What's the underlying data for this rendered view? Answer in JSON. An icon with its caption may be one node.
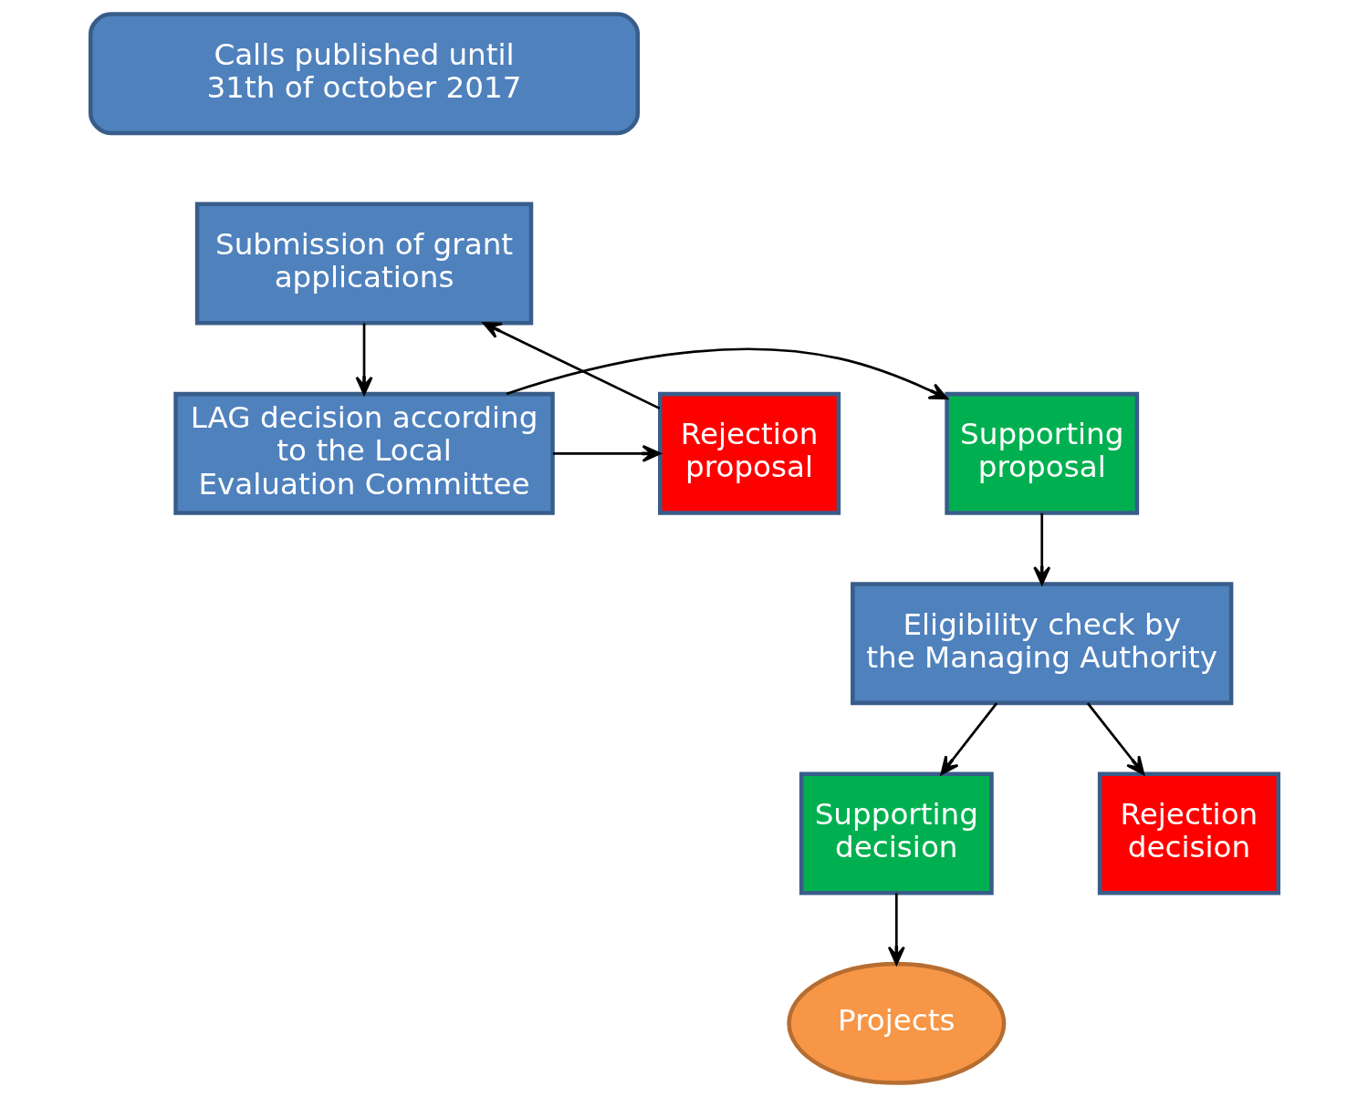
{
  "diagram": {
    "nodes": [
      {
        "text": [
          "Calls published until 31th of october 2017"
        ]
      },
      {
        "text": [
          "Submission of grant applications"
        ]
      },
      {
        "text": [
          "LAG decision according to the Local Evaluation Committee"
        ]
      },
      {
        "text": [
          "Supporting proposal"
        ]
      },
      {
        "text": [
          "Rejection proposal"
        ]
      },
      {
        "text": [
          "Eligibility check by the Managing Authority"
        ]
      },
      {
        "text": [
          "Supporting decision"
        ]
      },
      {
        "text": [
          "Rejection decision"
        ]
      },
      {
        "text": [
          "Projects"
        ]
      }
    ],
    "edges": [
      {
        "from": 1,
        "to": 2,
        "arrow": "to"
      },
      {
        "from": 2,
        "to": 3,
        "arrow": "to"
      },
      {
        "from": 2,
        "to": 4,
        "arrow": "to"
      },
      {
        "from": 4,
        "to": 1,
        "arrow": "to"
      },
      {
        "from": 3,
        "to": 5,
        "arrow": "to"
      },
      {
        "from": 5,
        "to": 6,
        "arrow": "to"
      },
      {
        "from": 5,
        "to": 7,
        "arrow": "to"
      },
      {
        "from": 6,
        "to": 8,
        "arrow": "to"
      }
    ]
  }
}
